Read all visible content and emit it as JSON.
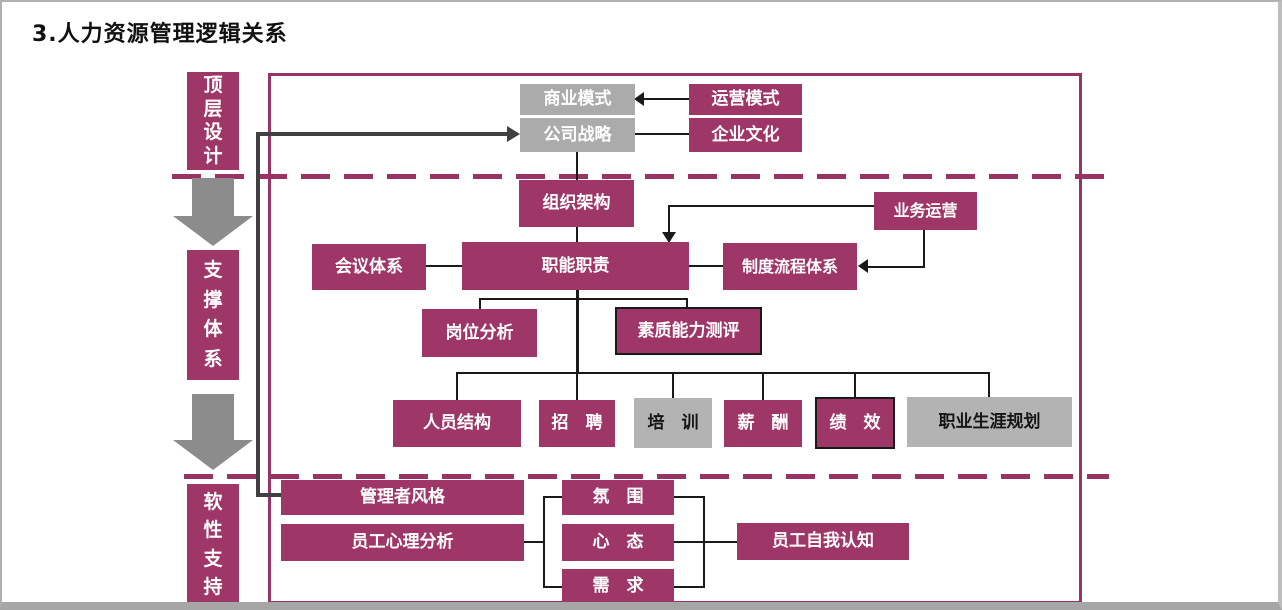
{
  "page": {
    "title": "3.人力资源管理逻辑关系"
  },
  "colors": {
    "accent_magenta": "#9E3768",
    "frame_magenta": "#993366",
    "gray_box": "#ABABAB",
    "gray_box_dark_text": "#B3B3B3",
    "dark_line": "#404040",
    "thin_line": "#1a1a1a",
    "flow_arrow_gray": "#8C8C8C"
  },
  "sidebar": {
    "sections": [
      {
        "label": "顶层设计"
      },
      {
        "label": "支撑体系"
      },
      {
        "label": "软性支持"
      }
    ]
  },
  "nodes": {
    "business_model": "商业模式",
    "operating_model": "运营模式",
    "company_strategy": "公司战略",
    "corporate_culture": "企业文化",
    "org_structure": "组织架构",
    "business_operations": "业务运营",
    "meeting_system": "会议体系",
    "functions_responsibilities": "职能职责",
    "process_system": "制度流程体系",
    "job_analysis": "岗位分析",
    "competency_assessment": "素质能力测评",
    "personnel_structure": "人员结构",
    "recruitment": "招　聘",
    "training": "培　训",
    "compensation": "薪　酬",
    "performance": "绩　效",
    "career_planning": "职业生涯规划",
    "manager_style": "管理者风格",
    "employee_psychology": "员工心理分析",
    "atmosphere": "氛　围",
    "mindset": "心　态",
    "needs": "需　求",
    "employee_self_awareness": "员工自我认知"
  }
}
